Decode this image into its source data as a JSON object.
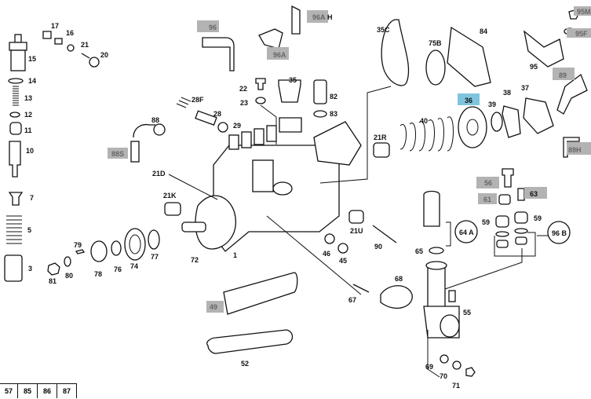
{
  "labels": {
    "p17": "17",
    "p16": "16",
    "p21": "21",
    "p20": "20",
    "p15": "15",
    "p14": "14",
    "p13": "13",
    "p12": "12",
    "p11": "11",
    "p10": "10",
    "p7": "7",
    "p5": "5",
    "p3": "3",
    "p81": "81",
    "p80": "80",
    "p79": "79",
    "p78": "78",
    "p76": "76",
    "p74": "74",
    "p77": "77",
    "p72": "72",
    "p1": "1",
    "p22": "22",
    "p23": "23",
    "p35": "35",
    "p82": "82",
    "p83": "83",
    "p28F": "28F",
    "p28": "28",
    "p29": "29",
    "p88": "88",
    "p21D": "21D",
    "p21K": "21K",
    "p35C": "35C",
    "p75B": "75B",
    "p84": "84",
    "p95": "95",
    "p39": "39",
    "p38": "38",
    "p37": "37",
    "p40": "40",
    "p21R": "21R",
    "p59a": "59",
    "p59b": "59",
    "p64A": "64 A",
    "p96B": "96 B",
    "p65": "65",
    "p21U": "21U",
    "p90": "90",
    "p46": "46",
    "p45": "45",
    "p68": "68",
    "p67": "67",
    "p55": "55",
    "p69": "69",
    "p70": "70",
    "p71": "71",
    "p52": "52",
    "H": "H"
  },
  "hotspots": {
    "h96": "96",
    "h96A": "96A",
    "h96A2": "96A",
    "h88S": "88S",
    "h36": "36",
    "h89": "89",
    "h89H": "89H",
    "h56": "56",
    "h61": "61",
    "h63": "63",
    "h95M": "95M",
    "h95F": "95F",
    "h49": "49"
  },
  "bottom_table": [
    "57",
    "85",
    "86",
    "87"
  ],
  "colors": {
    "highlight": "#b3b3b3",
    "selected": "#7fc4dd"
  }
}
